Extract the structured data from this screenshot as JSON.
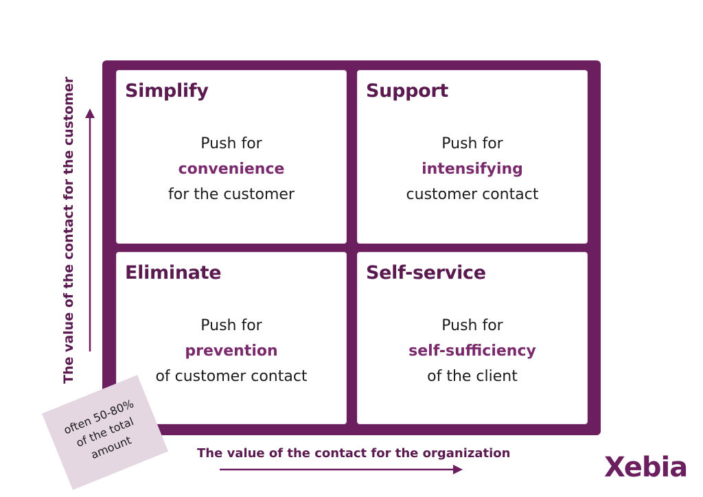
{
  "quadrants": [
    {
      "title": "Simplify",
      "line1": "Push for",
      "emphasis": "convenience",
      "line3": "for the customer"
    },
    {
      "title": "Support",
      "line1": "Push for",
      "emphasis": "intensifying",
      "line3": "customer contact"
    },
    {
      "title": "Eliminate",
      "line1": "Push for",
      "emphasis": "prevention",
      "line3": "of customer contact"
    },
    {
      "title": "Self-service",
      "line1": "Push for",
      "emphasis": "self-sufficiency",
      "line3": "of the client"
    }
  ],
  "axes": {
    "y_label": "The value of the contact for the customer",
    "x_label": "The value of the contact for the organization"
  },
  "note": {
    "lines": [
      "often 50-80%",
      "of the total",
      "amount"
    ]
  },
  "logo": {
    "text": "Xebia"
  },
  "colors": {
    "frame": "#6b1f5e",
    "title": "#5a1a4f",
    "emphasis": "#7a2a6c",
    "note_bg": "#e5d7e2"
  }
}
